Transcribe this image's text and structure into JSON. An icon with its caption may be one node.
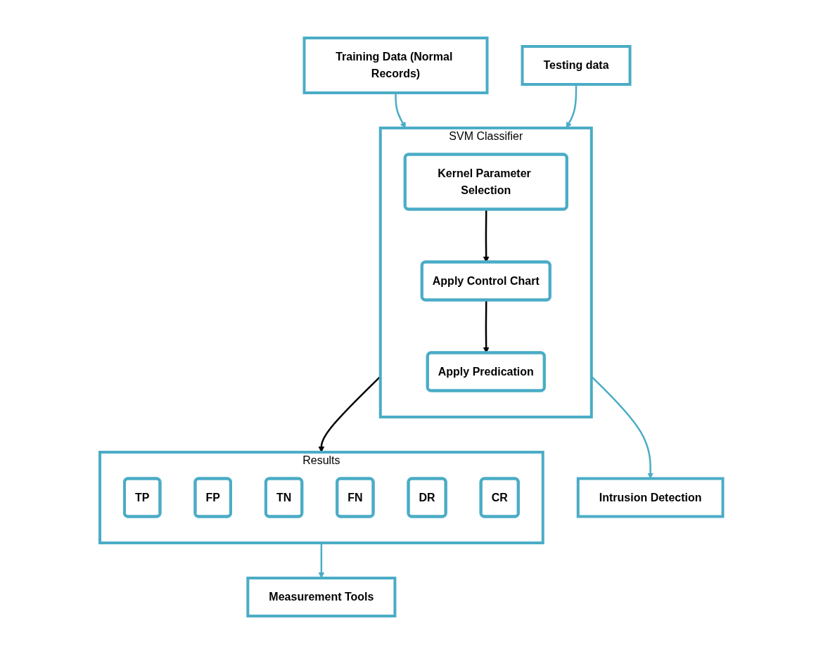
{
  "diagram": {
    "nodes": [
      {
        "text": [
          "Training Data (Normal Records)"
        ]
      },
      {
        "text": [
          "SVM Classifier"
        ]
      },
      {
        "text": [
          "Kernel Parameter Selection"
        ],
        "in": 1
      },
      {
        "text": [
          "Apply Control Chart"
        ],
        "in": 1
      },
      {
        "text": [
          "Apply Predication"
        ],
        "in": 1
      },
      {
        "text": [
          "Testing data"
        ]
      },
      {
        "text": [
          "Intrusion Detection"
        ]
      },
      {
        "text": [
          "Results"
        ]
      },
      {
        "text": [
          "TP"
        ],
        "in": 7
      },
      {
        "text": [
          "FP"
        ],
        "in": 7
      },
      {
        "text": [
          "TN"
        ],
        "in": 7
      },
      {
        "text": [
          "FN"
        ],
        "in": 7
      },
      {
        "text": [
          "DR"
        ],
        "in": 7
      },
      {
        "text": [
          "CR"
        ],
        "in": 7
      },
      {
        "text": [
          "Measurement Tools"
        ]
      }
    ],
    "edges": [
      {
        "from": 0,
        "to": 1,
        "arrow": "to"
      },
      {
        "from": 5,
        "to": 1,
        "arrow": "to"
      },
      {
        "from": 2,
        "to": 3,
        "arrow": "to",
        "color": "#000000"
      },
      {
        "from": 3,
        "to": 4,
        "arrow": "to",
        "color": "#000000"
      },
      {
        "from": 1,
        "to": 6,
        "arrow": "to"
      },
      {
        "from": 1,
        "to": 7,
        "arrow": "to",
        "color": "#000000"
      },
      {
        "from": 7,
        "to": 14,
        "arrow": "to"
      }
    ]
  }
}
